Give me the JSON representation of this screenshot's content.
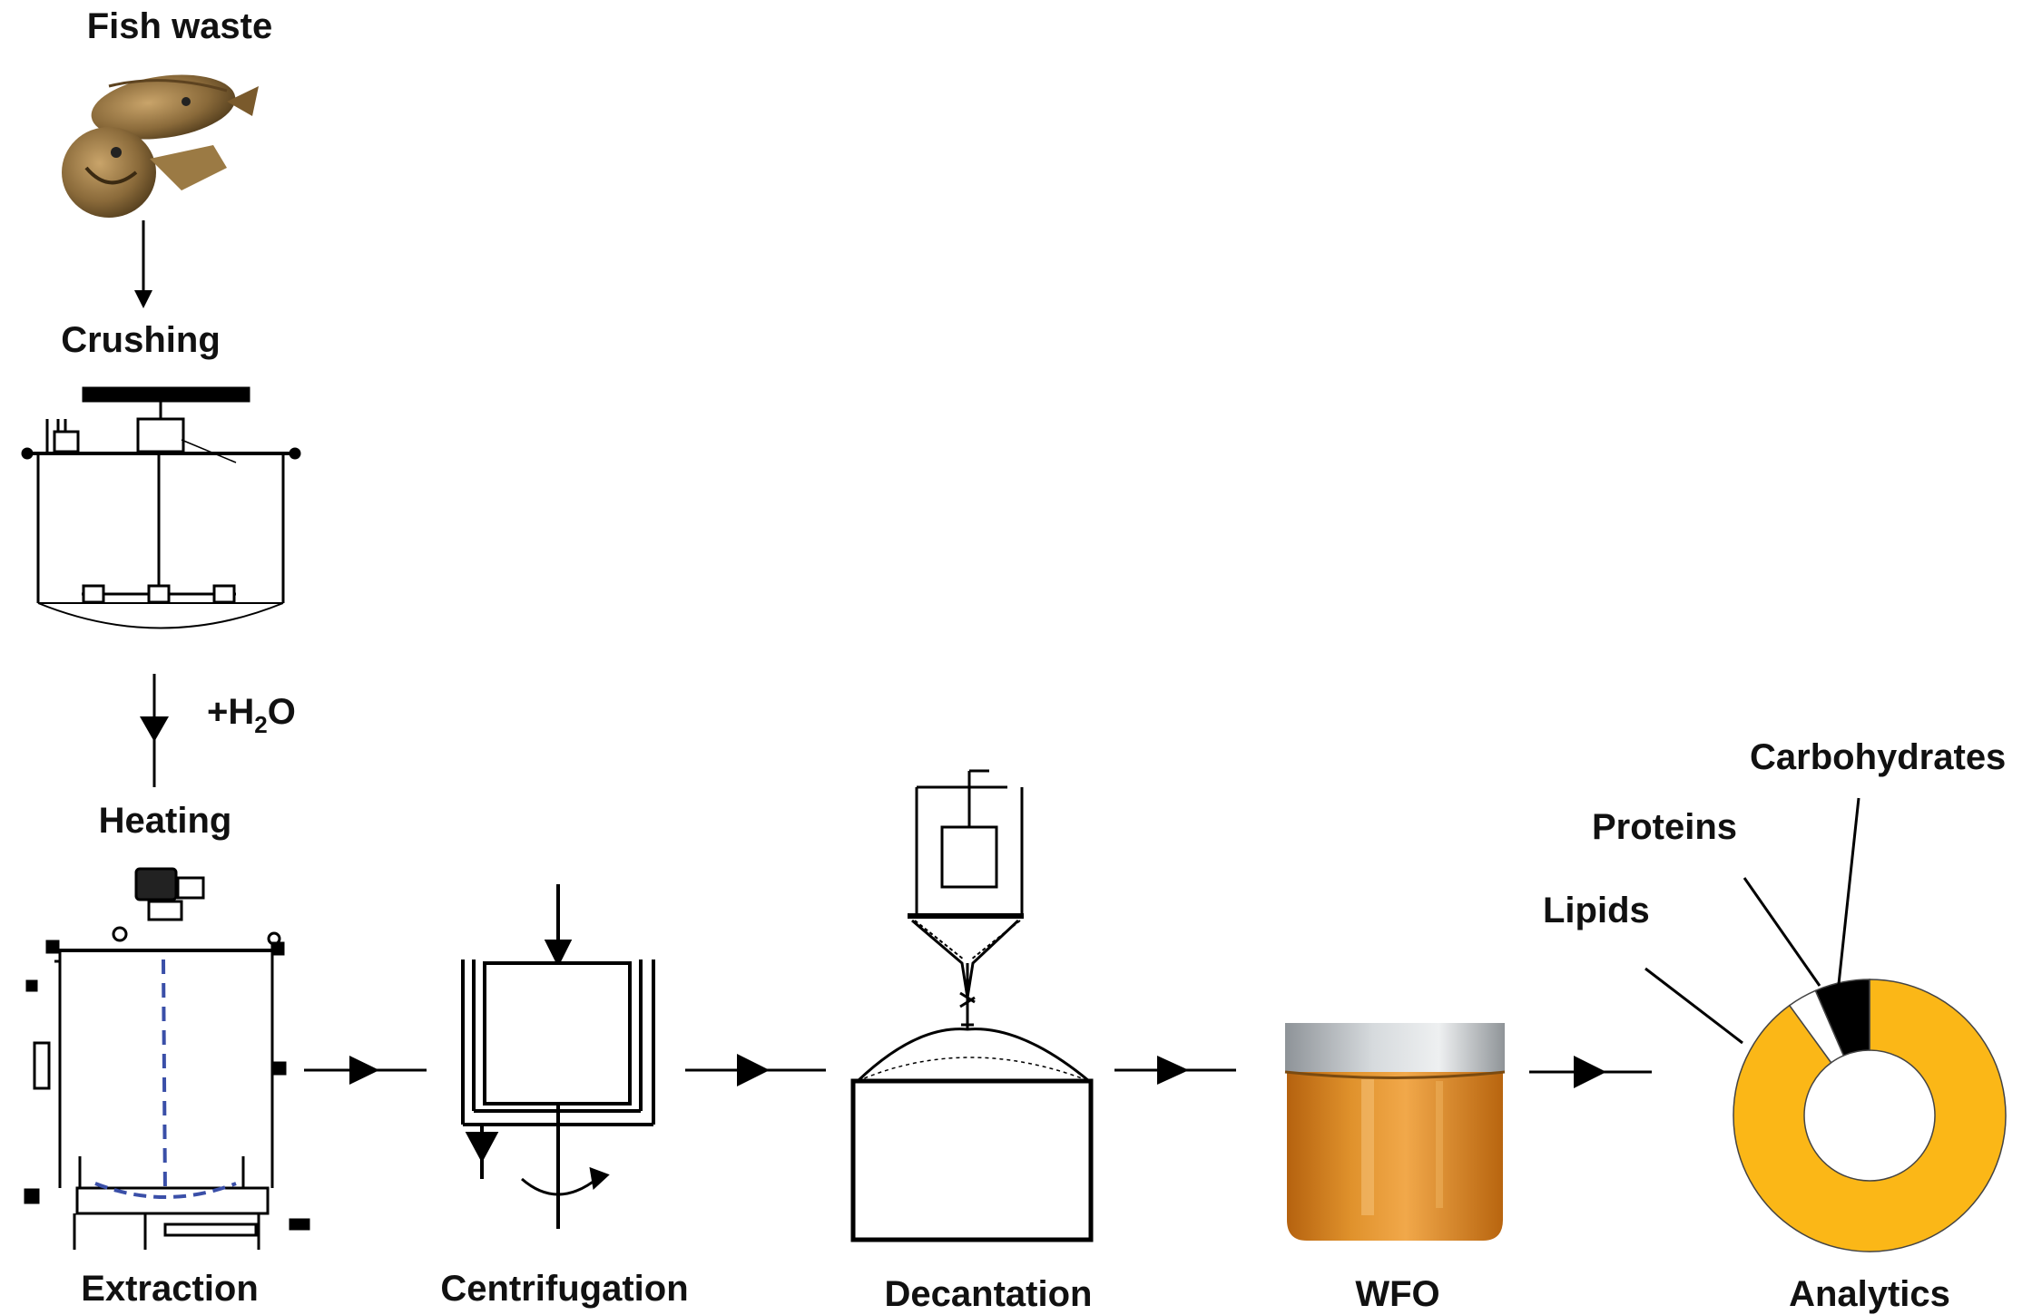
{
  "steps": {
    "fish_waste": "Fish waste",
    "crushing": "Crushing",
    "water_prefix": "+H",
    "water_sub": "2",
    "water_suffix": "O",
    "heating": "Heating",
    "extraction": "Extraction",
    "centrifugation": "Centrifugation",
    "decantation": "Decantation",
    "wfo": "WFO",
    "analytics": "Analytics"
  },
  "composition": {
    "labels": {
      "lipids": "Lipids",
      "proteins": "Proteins",
      "carbohydrates": "Carbohydrates"
    },
    "colors": {
      "lipids": "#fbb717",
      "proteins": "#ffffff",
      "carbohydrates": "#000000"
    },
    "fractions": {
      "lipids": 0.9,
      "proteins": 0.035,
      "carbohydrates": 0.065
    }
  },
  "colors": {
    "line": "#000000",
    "dashed_shaft": "#3a4fa8",
    "oil": "#d27d18",
    "metal_lid": "#b4b9bd",
    "fish": "#8a6a3a"
  }
}
